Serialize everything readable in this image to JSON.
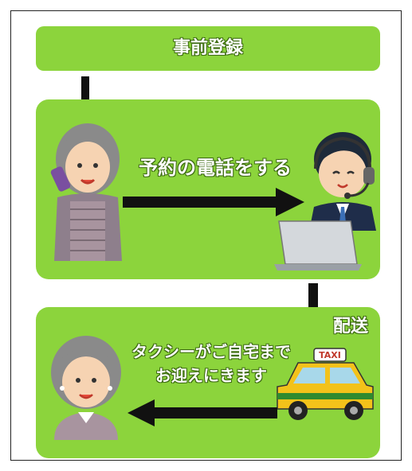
{
  "steps": {
    "registration": {
      "label": "事前登録"
    },
    "call": {
      "label": "予約の電話をする"
    },
    "dispatch": {
      "label": "配送"
    },
    "pickup": {
      "line1": "タクシーがご自宅まで",
      "line2": "お迎えにきます"
    }
  },
  "taxi": {
    "sign": "TAXI"
  },
  "colors": {
    "box": "#8cd43c",
    "arrow": "#111111",
    "text": "#ffffff",
    "taxi_body": "#f3c21a",
    "taxi_stripe": "#2f8a2f"
  }
}
